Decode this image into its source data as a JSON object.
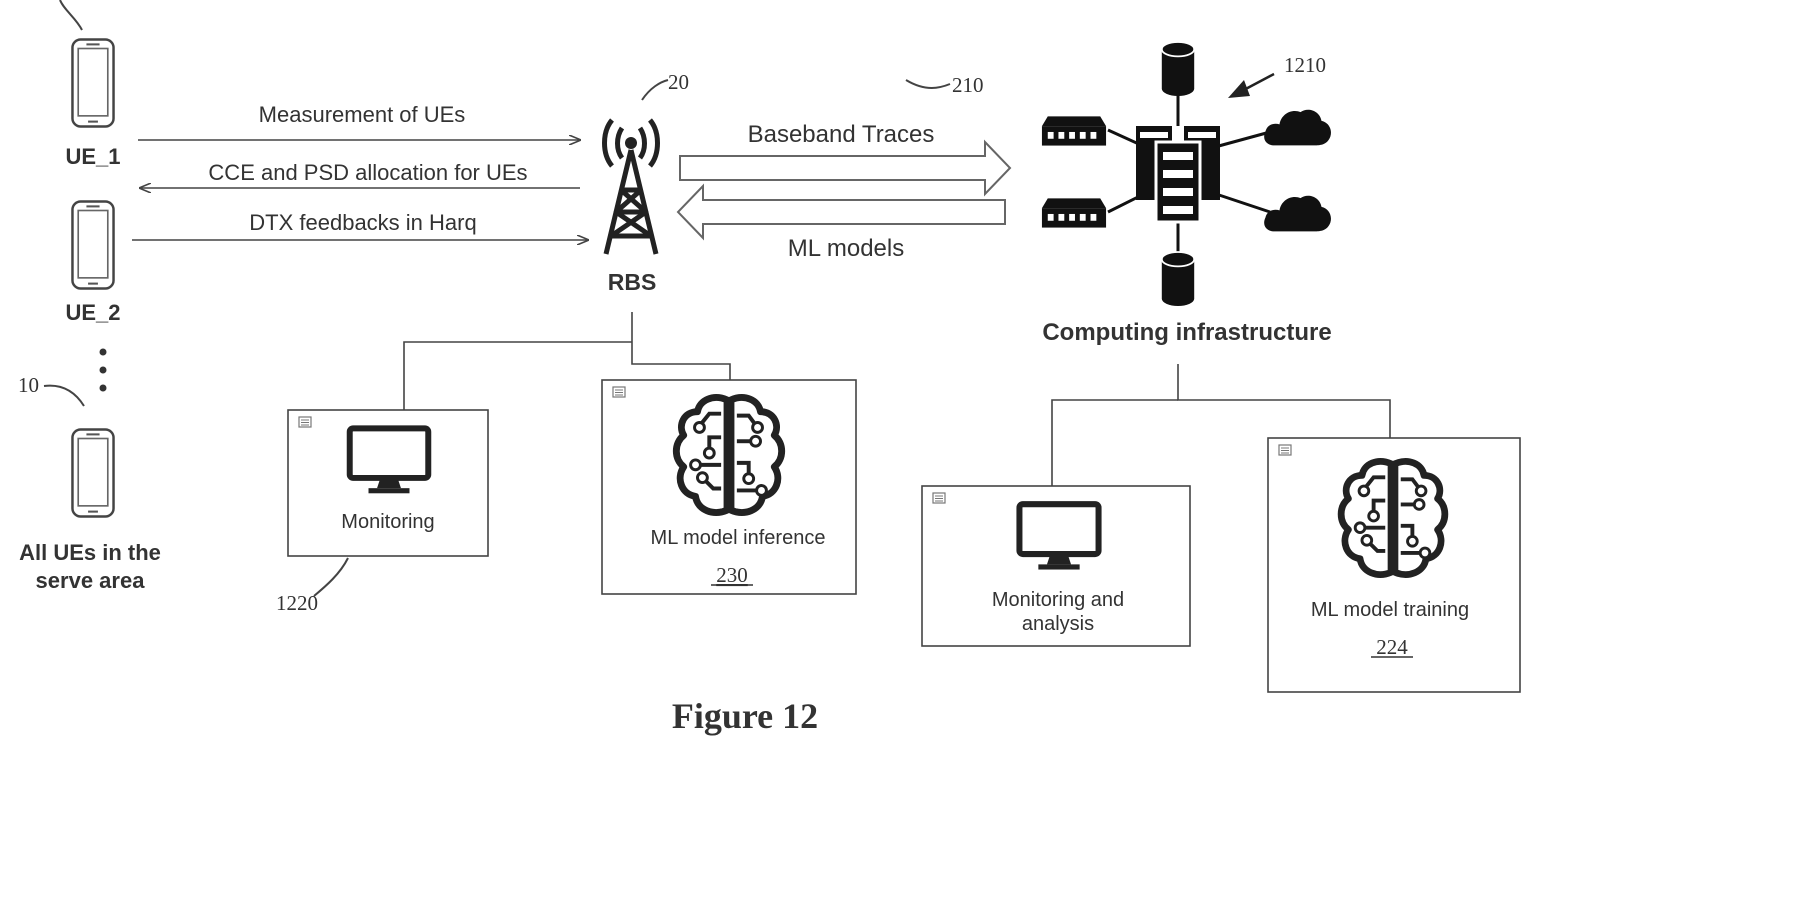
{
  "figure": {
    "caption": "Figure 12"
  },
  "ue_devices": {
    "ue1_label": "UE_1",
    "ue2_label": "UE_2",
    "all_label_line1": "All UEs in the",
    "all_label_line2": "serve area",
    "ref": "10"
  },
  "signals": {
    "measurement": "Measurement of UEs",
    "cce_psd": "CCE and PSD allocation for UEs",
    "dtx": "DTX feedbacks in Harq"
  },
  "rbs": {
    "label": "RBS",
    "ref": "20"
  },
  "links": {
    "baseband": "Baseband Traces",
    "baseband_ref": "210",
    "ml_models": "ML models"
  },
  "infrastructure": {
    "label": "Computing infrastructure",
    "ref": "1210"
  },
  "boxes": {
    "monitoring": "Monitoring",
    "monitoring_ref": "1220",
    "inference": "ML model inference",
    "inference_ref": "230",
    "analysis_line1": "Monitoring and",
    "analysis_line2": "analysis",
    "training": "ML model training",
    "training_ref": "224"
  },
  "colors": {
    "ink": "#333333",
    "line": "#444444",
    "dark": "#222222"
  }
}
